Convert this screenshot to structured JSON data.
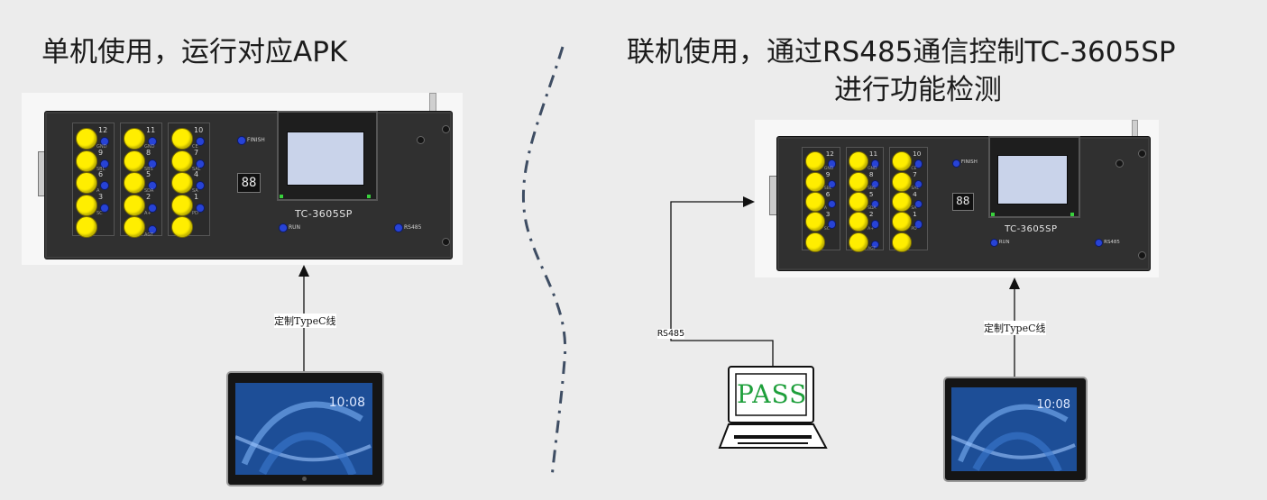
{
  "left": {
    "title": "单机使用，运行对应APK",
    "cable_label": "定制TypeC线",
    "device": {
      "model": "TC-3605SP",
      "display_digits": "88",
      "finish_label": "FINISH",
      "run_label": "RUN",
      "rs485_label": "RS485",
      "buttons": [
        {
          "num": "12",
          "sub": "GND"
        },
        {
          "num": "11",
          "sub": "GND"
        },
        {
          "num": "10",
          "sub": "CE"
        },
        {
          "num": "9",
          "sub": "SBL"
        },
        {
          "num": "8",
          "sub": "SBS"
        },
        {
          "num": "7",
          "sub": "SAL"
        },
        {
          "num": "6",
          "sub": "A"
        },
        {
          "num": "5",
          "sub": "SDA"
        },
        {
          "num": "4",
          "sub": "SA"
        },
        {
          "num": "3",
          "sub": "SC"
        },
        {
          "num": "2",
          "sub": "A+"
        },
        {
          "num": "1",
          "sub": "PD"
        },
        {
          "num": "",
          "sub": ""
        },
        {
          "num": "",
          "sub": "AGT"
        },
        {
          "num": "",
          "sub": ""
        }
      ]
    },
    "tablet": {
      "time": "10:08"
    }
  },
  "right": {
    "title_line1": "联机使用，通过RS485通信控制TC-3605SP",
    "title_line2": "进行功能检测",
    "rs485_label": "RS485",
    "cable_label": "定制TypeC线",
    "pass_text": "PASS",
    "device": {
      "model": "TC-3605SP",
      "display_digits": "88",
      "finish_label": "FINISH",
      "run_label": "RUN",
      "rs485_label": "RS485"
    },
    "tablet": {
      "time": "10:08"
    }
  },
  "colors": {
    "background": "#ececec",
    "button": "#ffee00",
    "led": "#2743d6",
    "panel": "#303030",
    "pass_text": "#1e9f3b",
    "divider": "#3e4d63"
  }
}
